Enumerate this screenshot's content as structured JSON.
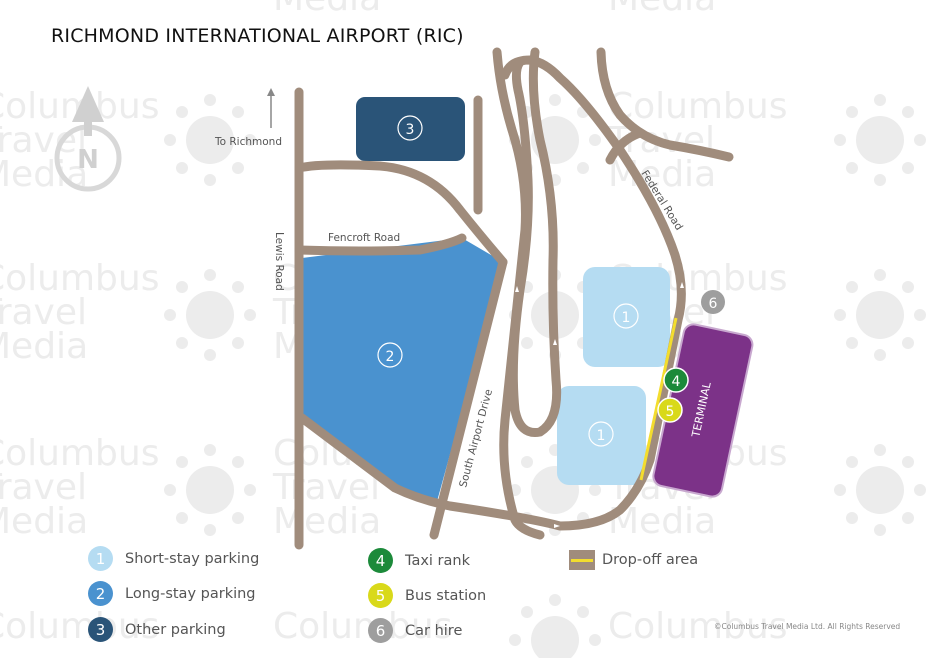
{
  "title": "RICHMOND INTERNATIONAL AIRPORT (RIC)",
  "compass": "N",
  "roads": {
    "to_richmond": "To Richmond",
    "lewis_road": "Lewis Road",
    "fencroft_road": "Fencroft Road",
    "federal_road": "Federal Road",
    "south_airport_drive": "South Airport Drive"
  },
  "terminal_label": "TERMINAL",
  "markers": {
    "p1": "1",
    "p2": "2",
    "p3": "3",
    "m4": "4",
    "m5": "5",
    "m6": "6"
  },
  "legend": [
    {
      "num": "1",
      "label": "Short-stay parking",
      "color": "#b5dcf2"
    },
    {
      "num": "2",
      "label": "Long-stay parking",
      "color": "#4a92cf"
    },
    {
      "num": "3",
      "label": "Other parking",
      "color": "#2a5478"
    },
    {
      "num": "4",
      "label": "Taxi rank",
      "color": "#1c8a3a"
    },
    {
      "num": "5",
      "label": "Bus station",
      "color": "#d9d91a"
    },
    {
      "num": "6",
      "label": "Car hire",
      "color": "#9e9e9e"
    }
  ],
  "dropoff_label": "Drop-off area",
  "watermark": "Columbus Travel Media",
  "copyright": "©Columbus Travel Media Ltd. All Rights Reserved",
  "colors": {
    "road": "#a08c7c",
    "terminal": "#7c3288",
    "dropoff": "#f3dd2e"
  }
}
